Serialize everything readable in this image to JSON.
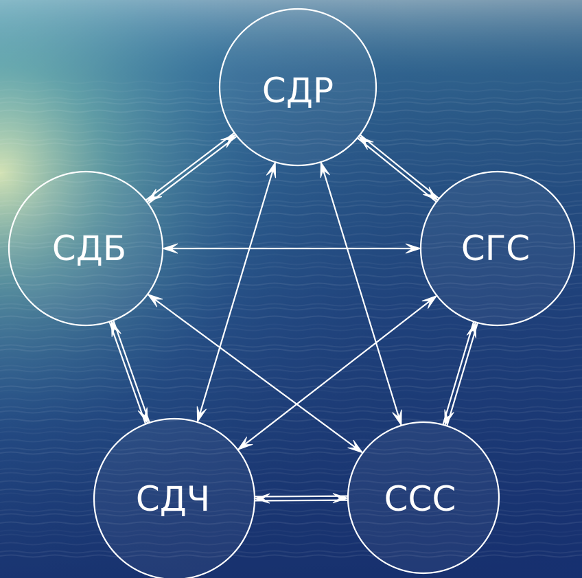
{
  "diagram": {
    "nodes": [
      {
        "id": "sdr",
        "label": "СДР"
      },
      {
        "id": "sdb",
        "label": "СДБ"
      },
      {
        "id": "sgs",
        "label": "СГС"
      },
      {
        "id": "sdch",
        "label": "СДЧ"
      },
      {
        "id": "sss",
        "label": "ССС"
      }
    ],
    "edges": [
      {
        "from": "sdr",
        "to": "sdb",
        "double": true
      },
      {
        "from": "sdr",
        "to": "sgs",
        "double": true
      },
      {
        "from": "sdb",
        "to": "sdch",
        "double": true
      },
      {
        "from": "sgs",
        "to": "sss",
        "double": true
      },
      {
        "from": "sdch",
        "to": "sss",
        "double": true
      },
      {
        "from": "sdb",
        "to": "sgs",
        "double": false
      },
      {
        "from": "sdb",
        "to": "sss",
        "double": false
      },
      {
        "from": "sdr",
        "to": "sdch",
        "double": false
      },
      {
        "from": "sdr",
        "to": "sss",
        "double": false
      },
      {
        "from": "sgs",
        "to": "sdch",
        "double": false
      }
    ],
    "colors": {
      "line": "#ffffff",
      "label": "#ffffff",
      "sea_top": "#3f7fa7",
      "sea_bottom": "#1d3c80",
      "glow": "#e8f6c0"
    }
  }
}
